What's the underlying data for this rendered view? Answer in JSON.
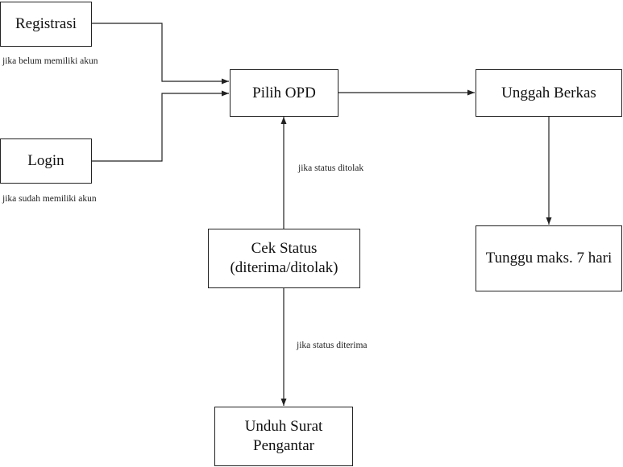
{
  "nodes": {
    "registrasi": {
      "label": "Registrasi"
    },
    "login": {
      "label": "Login"
    },
    "pilih_opd": {
      "label": "Pilih OPD"
    },
    "unggah_berkas": {
      "label": "Unggah Berkas"
    },
    "tunggu": {
      "label": "Tunggu maks. 7 hari"
    },
    "cek_status": {
      "label": "Cek Status (diterima/ditolak)"
    },
    "unduh_surat": {
      "label": "Unduh Surat Pengantar"
    }
  },
  "notes": {
    "registrasi_note": "jika belum memiliki akun",
    "login_note": "jika sudah memiliki akun",
    "ditolak_note": "jika status ditolak",
    "diterima_note": "jika status diterima"
  },
  "edges": [
    {
      "from": "Registrasi",
      "to": "Pilih OPD"
    },
    {
      "from": "Login",
      "to": "Pilih OPD"
    },
    {
      "from": "Pilih OPD",
      "to": "Unggah Berkas"
    },
    {
      "from": "Unggah Berkas",
      "to": "Tunggu maks. 7 hari"
    },
    {
      "from": "Cek Status (diterima/ditolak)",
      "to": "Pilih OPD"
    },
    {
      "from": "Cek Status (diterima/ditolak)",
      "to": "Unduh Surat Pengantar"
    }
  ]
}
